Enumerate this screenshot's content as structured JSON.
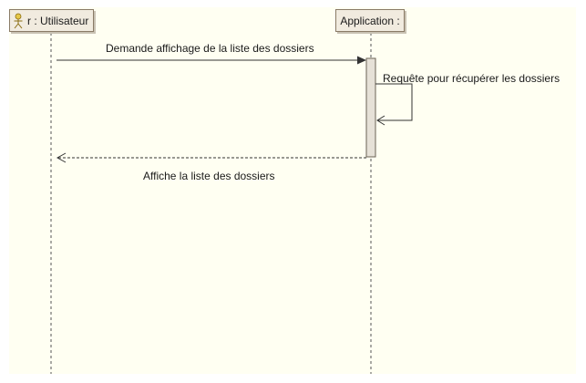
{
  "participants": {
    "actor": {
      "label": "r : Utilisateur",
      "icon": "actor-stick-figure-icon"
    },
    "application": {
      "label": "Application :"
    }
  },
  "messages": [
    {
      "label": "Demande affichage de la liste des dossiers",
      "type": "sync",
      "from": "actor",
      "to": "application"
    },
    {
      "label": "Requête pour récupérer les dossiers",
      "type": "self",
      "from": "application",
      "to": "application"
    },
    {
      "label": "Affiche la liste des dossiers",
      "type": "return",
      "from": "application",
      "to": "actor"
    }
  ],
  "colors": {
    "canvas": "#fffff2",
    "header_fill": "#f1ebdf",
    "header_border": "#8a7b66",
    "activation_fill": "#e6e1d7",
    "actor_icon": "#e6c84a"
  }
}
